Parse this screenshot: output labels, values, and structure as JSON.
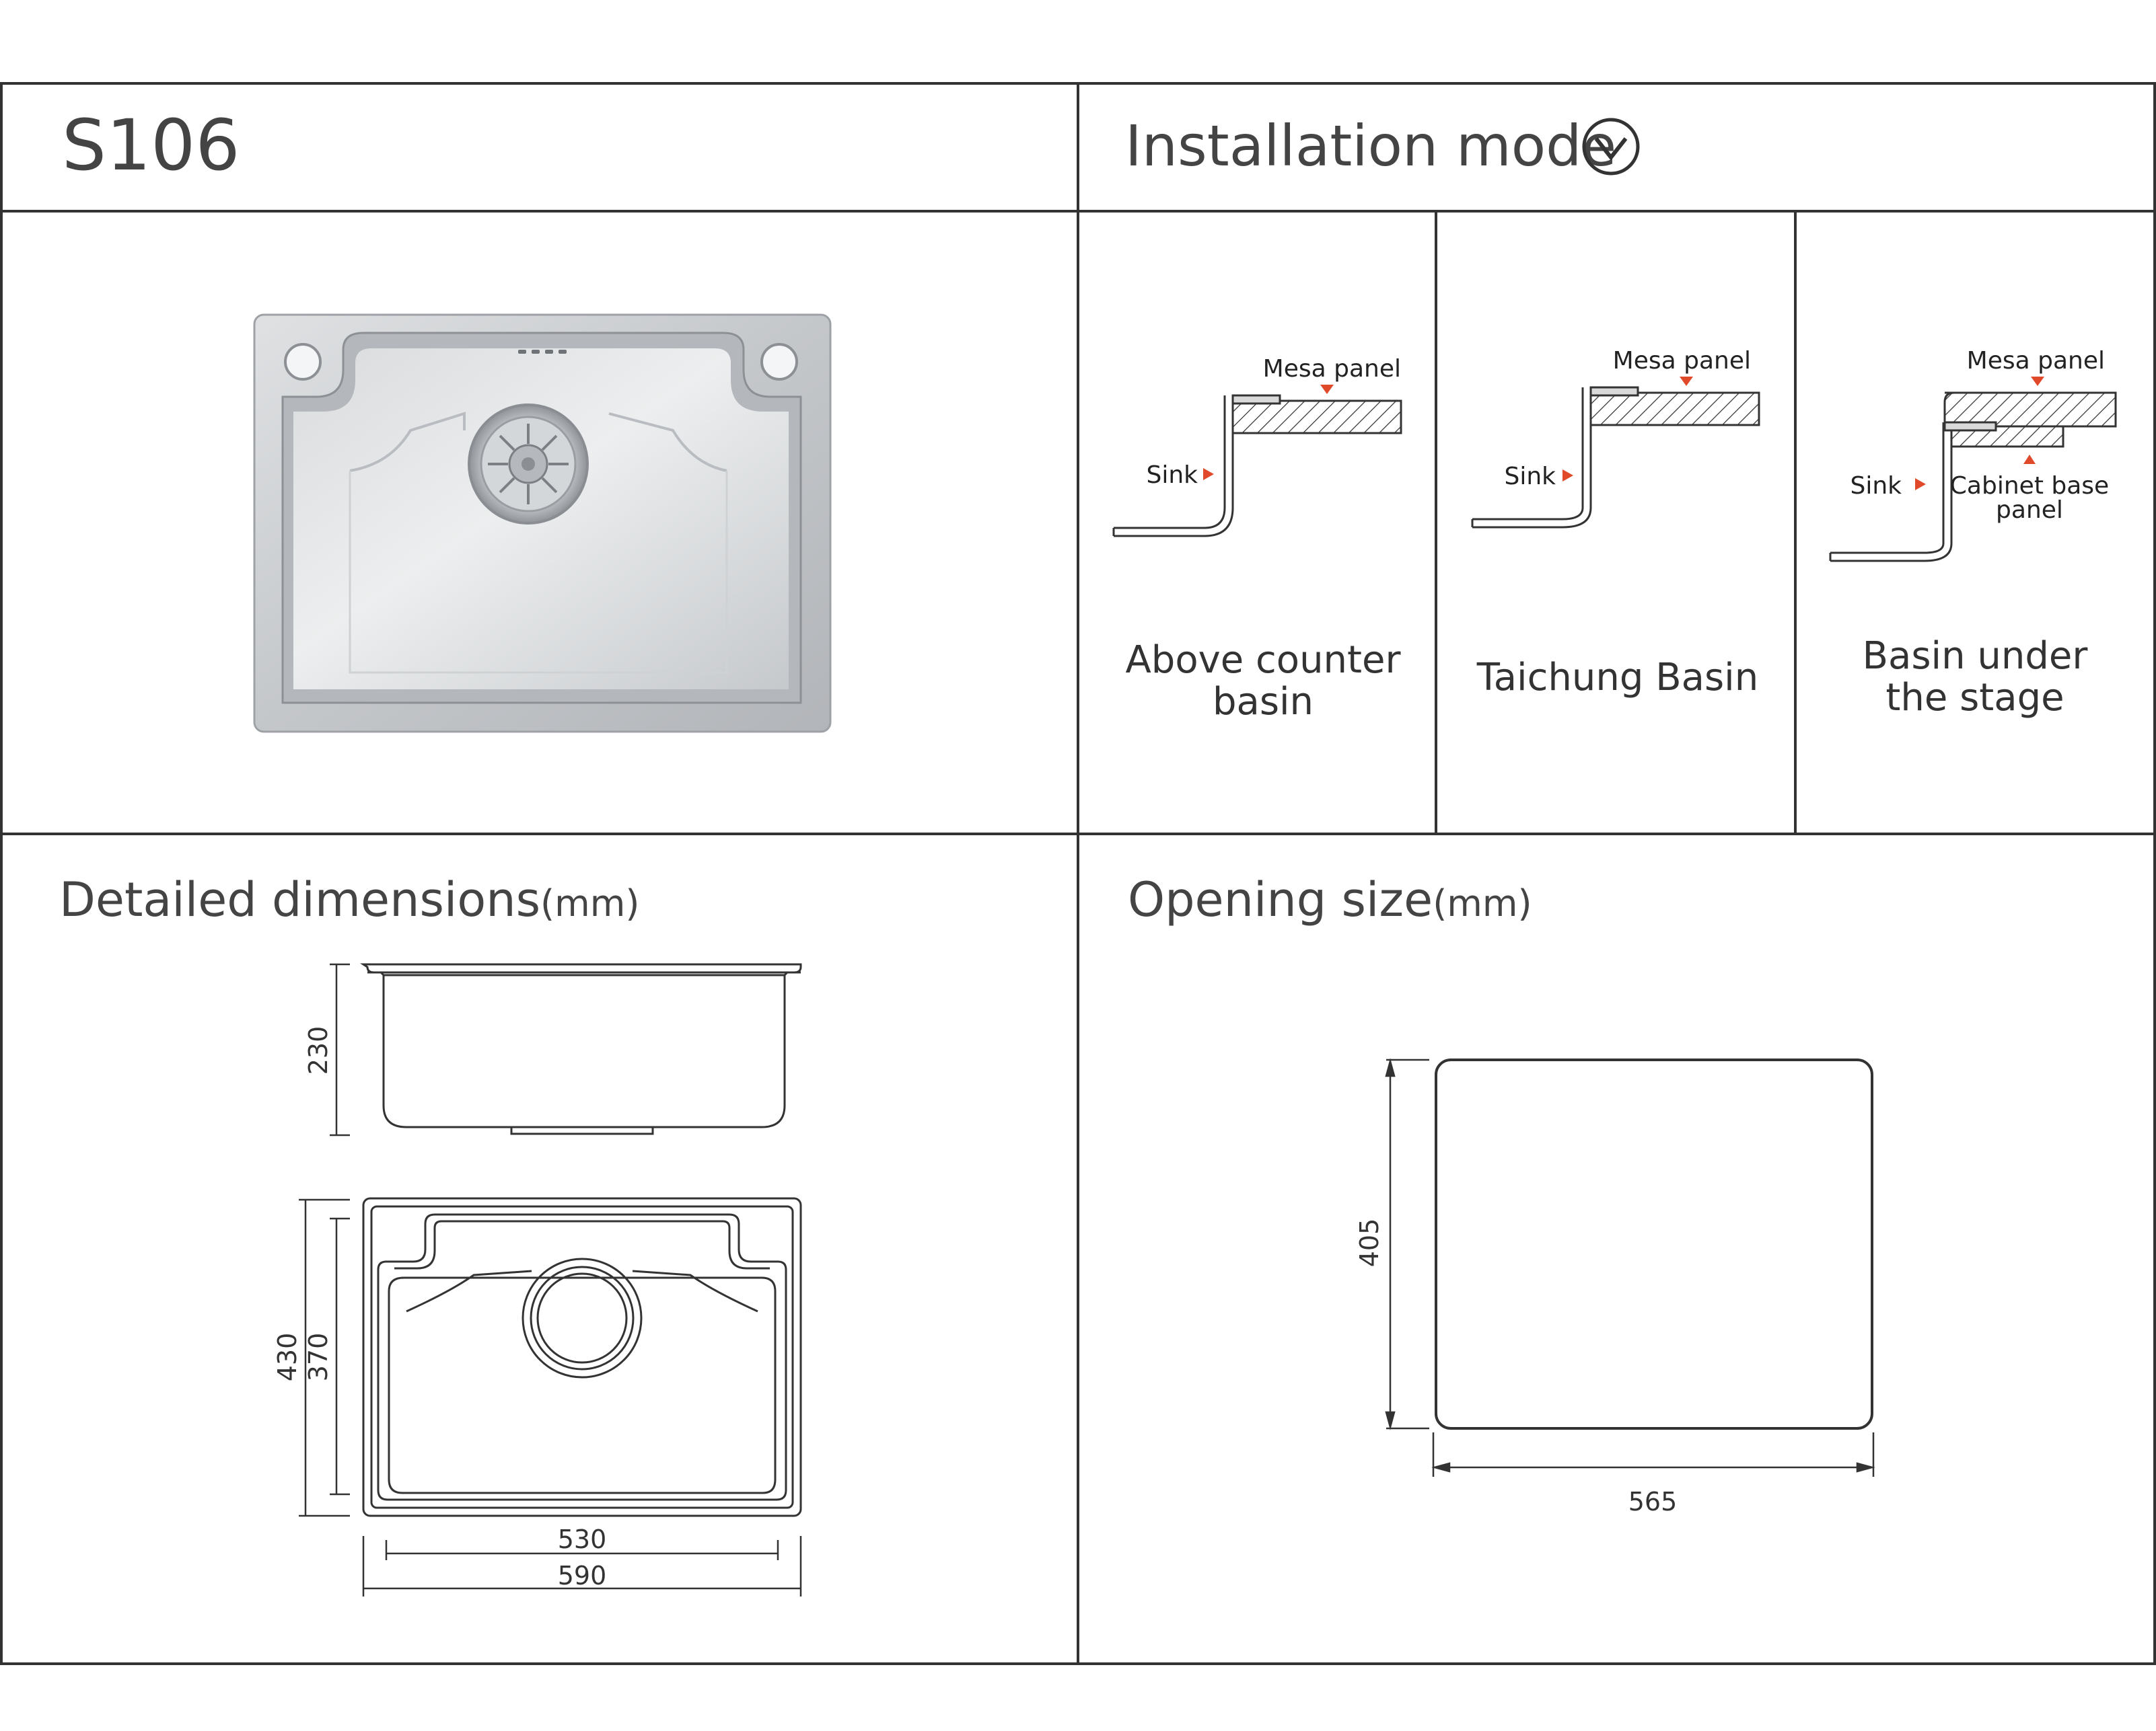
{
  "header": {
    "model": "S106",
    "installation_title": "Installation mode"
  },
  "installation_modes": [
    {
      "name": "Above counter basin",
      "name_lines": [
        "Above counter",
        "basin"
      ],
      "mesa_label": "Mesa panel",
      "sink_label": "Sink"
    },
    {
      "name": "Taichung Basin",
      "name_lines": [
        "Taichung Basin"
      ],
      "mesa_label": "Mesa panel",
      "sink_label": "Sink"
    },
    {
      "name": "Basin under the stage",
      "name_lines": [
        "Basin under",
        "the stage"
      ],
      "mesa_label": "Mesa panel",
      "sink_label": "Sink",
      "cabinet_label_lines": [
        "Cabinet base",
        "panel"
      ]
    }
  ],
  "dimensions": {
    "title": "Detailed dimensions",
    "unit": "(mm)",
    "depth": "230",
    "outer_length": "430",
    "inner_length": "370",
    "inner_width": "530",
    "outer_width": "590"
  },
  "opening": {
    "title": "Opening size",
    "unit": "(mm)",
    "height": "405",
    "width": "565"
  },
  "colors": {
    "line": "#333333",
    "arrow": "#e04a2a",
    "steel": "#c9ccd0"
  }
}
